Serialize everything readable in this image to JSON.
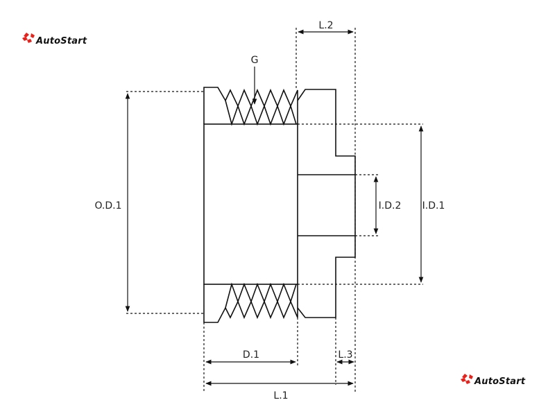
{
  "brand": {
    "name": "AutoStart",
    "accent_color": "#e8221b",
    "icon": "autostart-logo-icon"
  },
  "labels": {
    "groove": "G",
    "od1": "O.D.1",
    "id1": "I.D.1",
    "id2": "I.D.2",
    "d1": "D.1",
    "l1": "L.1",
    "l2": "L.2",
    "l3": "L.3"
  },
  "colors": {
    "line": "#111111",
    "background": "#ffffff"
  }
}
